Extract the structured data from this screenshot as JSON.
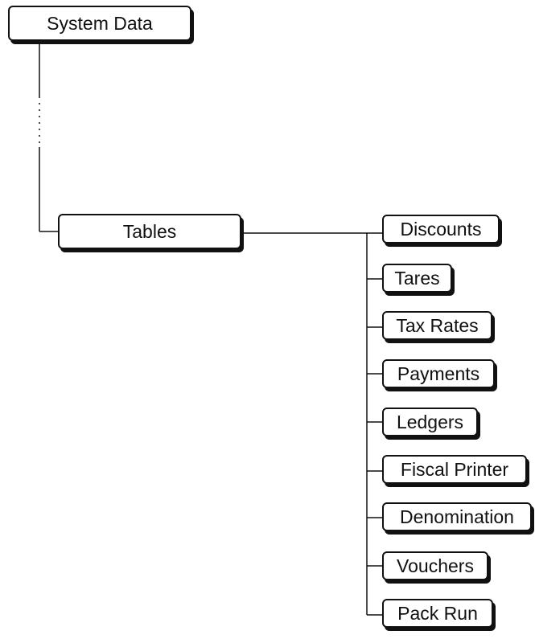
{
  "diagram": {
    "root": {
      "label": "System Data"
    },
    "branch": {
      "label": "Tables"
    },
    "children": [
      {
        "label": "Discounts"
      },
      {
        "label": "Tares"
      },
      {
        "label": "Tax Rates"
      },
      {
        "label": "Payments"
      },
      {
        "label": "Ledgers"
      },
      {
        "label": "Fiscal Printer"
      },
      {
        "label": "Denomination"
      },
      {
        "label": "Vouchers"
      },
      {
        "label": "Pack Run"
      }
    ]
  },
  "colors": {
    "stroke": "#111111",
    "background": "#ffffff"
  }
}
